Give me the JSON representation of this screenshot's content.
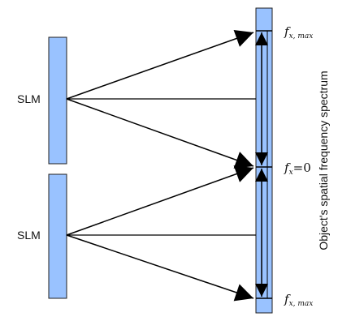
{
  "labels": {
    "slm_top": "SLM",
    "slm_bottom": "SLM",
    "fx_max_top_symbol": "f",
    "fx_max_top_sub": "x, max",
    "fx_zero_symbol": "f",
    "fx_zero_sub": "x",
    "fx_zero_rest": "=0",
    "fx_max_bottom_symbol": "f",
    "fx_max_bottom_sub": "x, max",
    "vertical_axis": "Object's spatial frequency spectrum"
  },
  "colors": {
    "slm_fill": "#99c2ff",
    "slm_stroke": "#1f1f1f",
    "line": "#000000"
  }
}
